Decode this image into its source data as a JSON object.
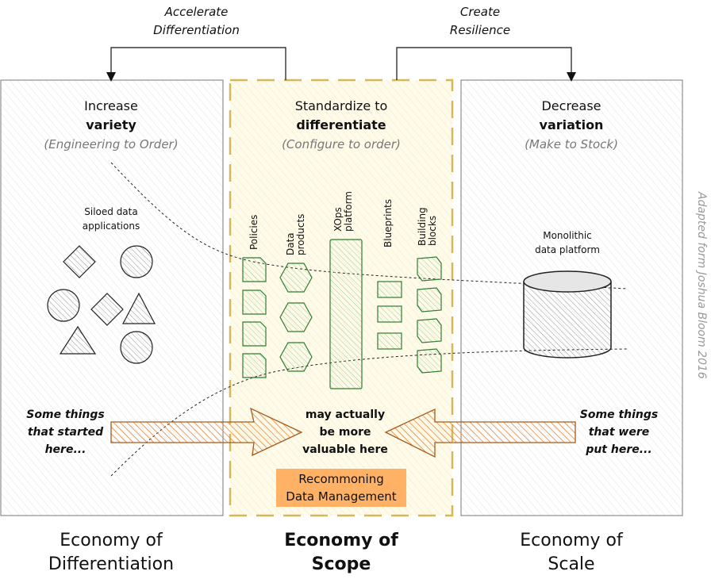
{
  "arrows_top": {
    "left_caption": [
      "Accelerate",
      "Differentiation"
    ],
    "right_caption": [
      "Create",
      "Resilience"
    ]
  },
  "panels": {
    "left": {
      "line1": "Increase",
      "line2": "variety",
      "sub": "(Engineering to Order)"
    },
    "middle": {
      "line1": "Standardize to",
      "line2": "differentiate",
      "sub": "(Configure to order)"
    },
    "right": {
      "line1": "Decrease",
      "line2": "variation",
      "sub": "(Make to Stock)"
    }
  },
  "left_panel": {
    "shapes_label": [
      "Siloed data",
      "applications"
    ]
  },
  "right_panel": {
    "platform_label": [
      "Monolithic",
      "data platform"
    ]
  },
  "middle_columns": [
    {
      "label": "Policies",
      "icon": "document-icon"
    },
    {
      "label": "Data\nproducts",
      "icon": "hexagon-icon"
    },
    {
      "label": "XOps\nplatform",
      "icon": "tall-rectangle-icon"
    },
    {
      "label": "Blueprints",
      "icon": "blueprint-icon"
    },
    {
      "label": "Building\nblocks",
      "icon": "cube-icon"
    }
  ],
  "callouts": {
    "left": [
      "Some things",
      "that started",
      "here..."
    ],
    "center": [
      "may actually",
      "be more",
      "valuable here"
    ],
    "right": [
      "Some things",
      "that were",
      "put here..."
    ]
  },
  "badge": [
    "Recommoning",
    "Data Management"
  ],
  "footer": {
    "left": [
      "Economy of",
      "Differentiation"
    ],
    "middle": [
      "Economy of",
      "Scope"
    ],
    "right": [
      "Economy of",
      "Scale"
    ]
  },
  "attribution": "Adapted form Joshua Bloom 2016",
  "colors": {
    "green": "#2e7d32",
    "orange": "#e8863a",
    "gold": "#d4b85a",
    "badge": "#ffb266"
  }
}
